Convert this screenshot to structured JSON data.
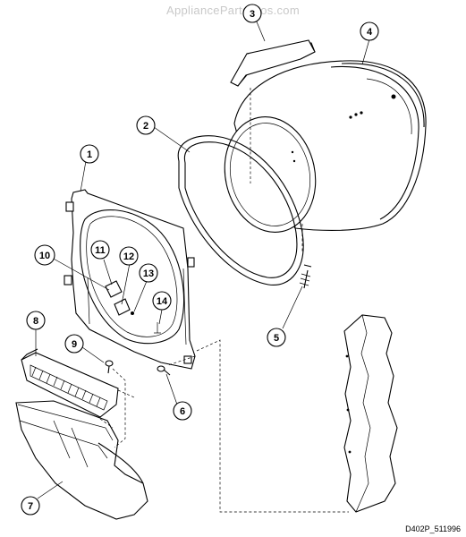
{
  "watermark": "AppliancePartsPros.com",
  "drawing_code": "D402P_511996",
  "callouts": [
    "1",
    "2",
    "3",
    "4",
    "5",
    "6",
    "7",
    "8",
    "9",
    "10",
    "11",
    "12",
    "13",
    "14"
  ]
}
